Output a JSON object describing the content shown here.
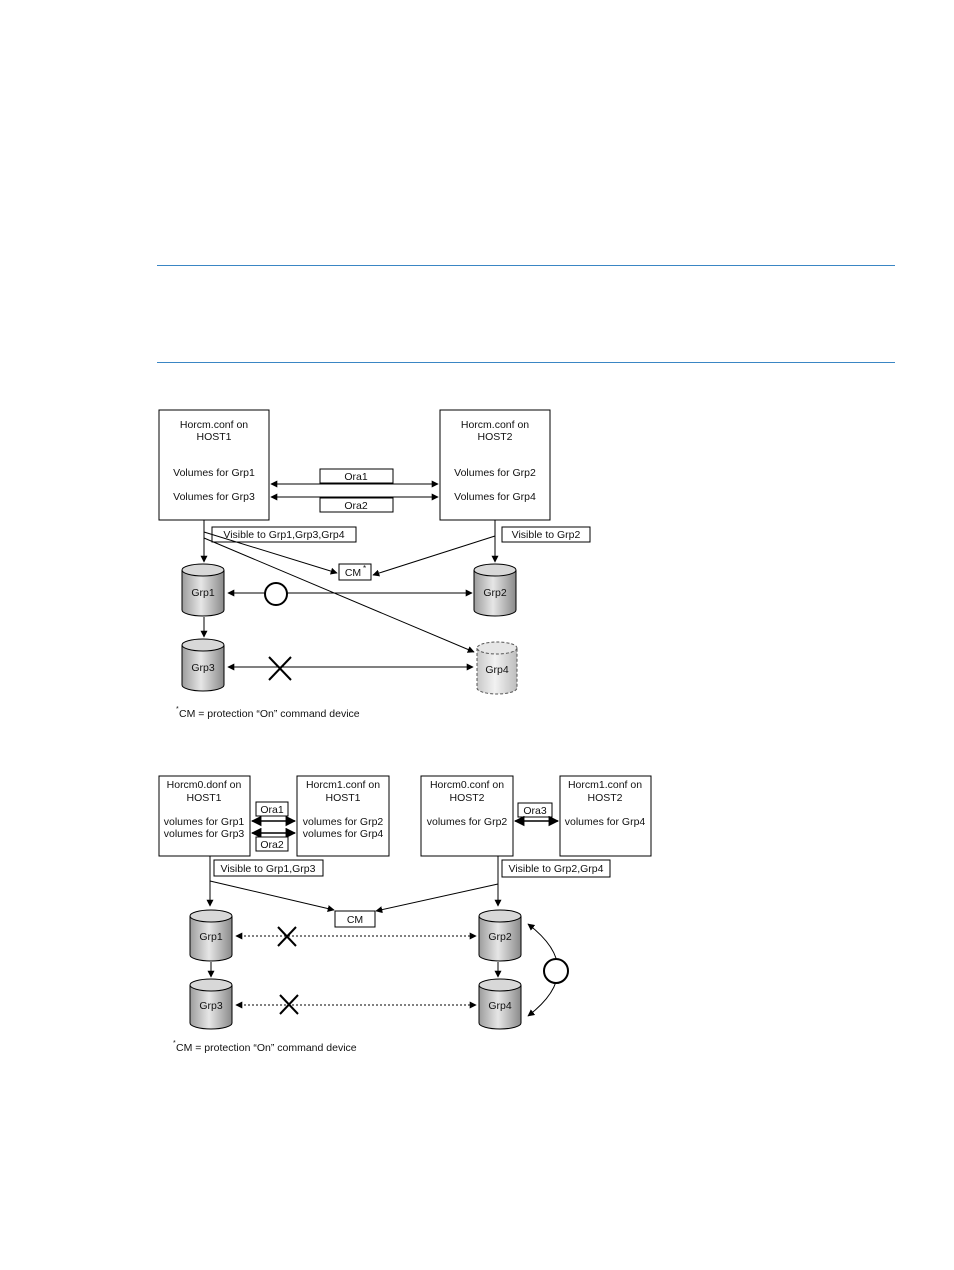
{
  "diagram1": {
    "host1": {
      "line1": "Horcm.conf on",
      "line2": "HOST1",
      "vol1": "Volumes for Grp1",
      "vol2": "Volumes for Grp3"
    },
    "host2": {
      "line1": "Horcm.conf on",
      "line2": "HOST2",
      "vol1": "Volumes for Grp2",
      "vol2": "Volumes for Grp4"
    },
    "links": [
      "Ora1",
      "Ora2"
    ],
    "visible_left": "Visible to Grp1,Grp3,Grp4",
    "visible_right": "Visible to Grp2",
    "cm": "CM",
    "cm_mark": "*",
    "disks": [
      "Grp1",
      "Grp2",
      "Grp3",
      "Grp4"
    ],
    "footnote_mark": "*",
    "footnote": "CM = protection  “On” command device"
  },
  "diagram2": {
    "box1": {
      "line1": "Horcm0.donf on",
      "line2": "HOST1",
      "vol1": "volumes for Grp1",
      "vol2": "volumes for Grp3"
    },
    "box2": {
      "line1": "Horcm1.conf on",
      "line2": "HOST1",
      "vol1": "volumes for Grp2",
      "vol2": "volumes for Grp4"
    },
    "box3": {
      "line1": "Horcm0.conf on",
      "line2": "HOST2",
      "vol1": "volumes for Grp2"
    },
    "box4": {
      "line1": "Horcm1.conf on",
      "line2": "HOST2",
      "vol1": "volumes for Grp4"
    },
    "links": [
      "Ora1",
      "Ora2",
      "Ora3"
    ],
    "visible_left": "Visible to Grp1,Grp3",
    "visible_right": "Visible to Grp2,Grp4",
    "cm": "CM",
    "disks": [
      "Grp1",
      "Grp2",
      "Grp3",
      "Grp4"
    ],
    "footnote_mark": "*",
    "footnote": "CM = protection  “On” command device"
  }
}
